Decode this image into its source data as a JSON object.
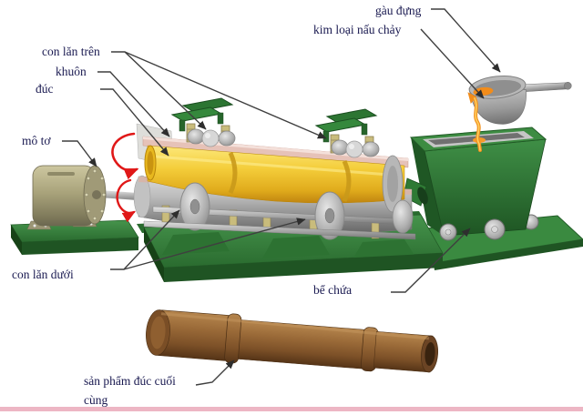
{
  "labels": {
    "ladle": "gàu đựng",
    "molten_metal": "kim loại nấu chảy",
    "upper_rollers": "con lăn trên",
    "mold_line1": "khuôn",
    "mold_line2": "đúc",
    "motor": "mô tơ",
    "lower_rollers": "con lăn dưới",
    "container": "bể chứa",
    "final_product_line1": "sản phẩm đúc cuối",
    "final_product_line2": "cùng"
  },
  "colors": {
    "machine_green": "#2e7c34",
    "mold_yellow": "#f2c730",
    "molten_metal_orange": "#f08a1e",
    "motor_tan": "#a9a37b",
    "steel_gray": "#a8a8a8",
    "product_brown": "#8a5a2e",
    "rotation_arrow_red": "#e01818",
    "label_text_navy": "#191950",
    "leader_line_gray": "#3f3f3f",
    "background": "#ffffff"
  }
}
